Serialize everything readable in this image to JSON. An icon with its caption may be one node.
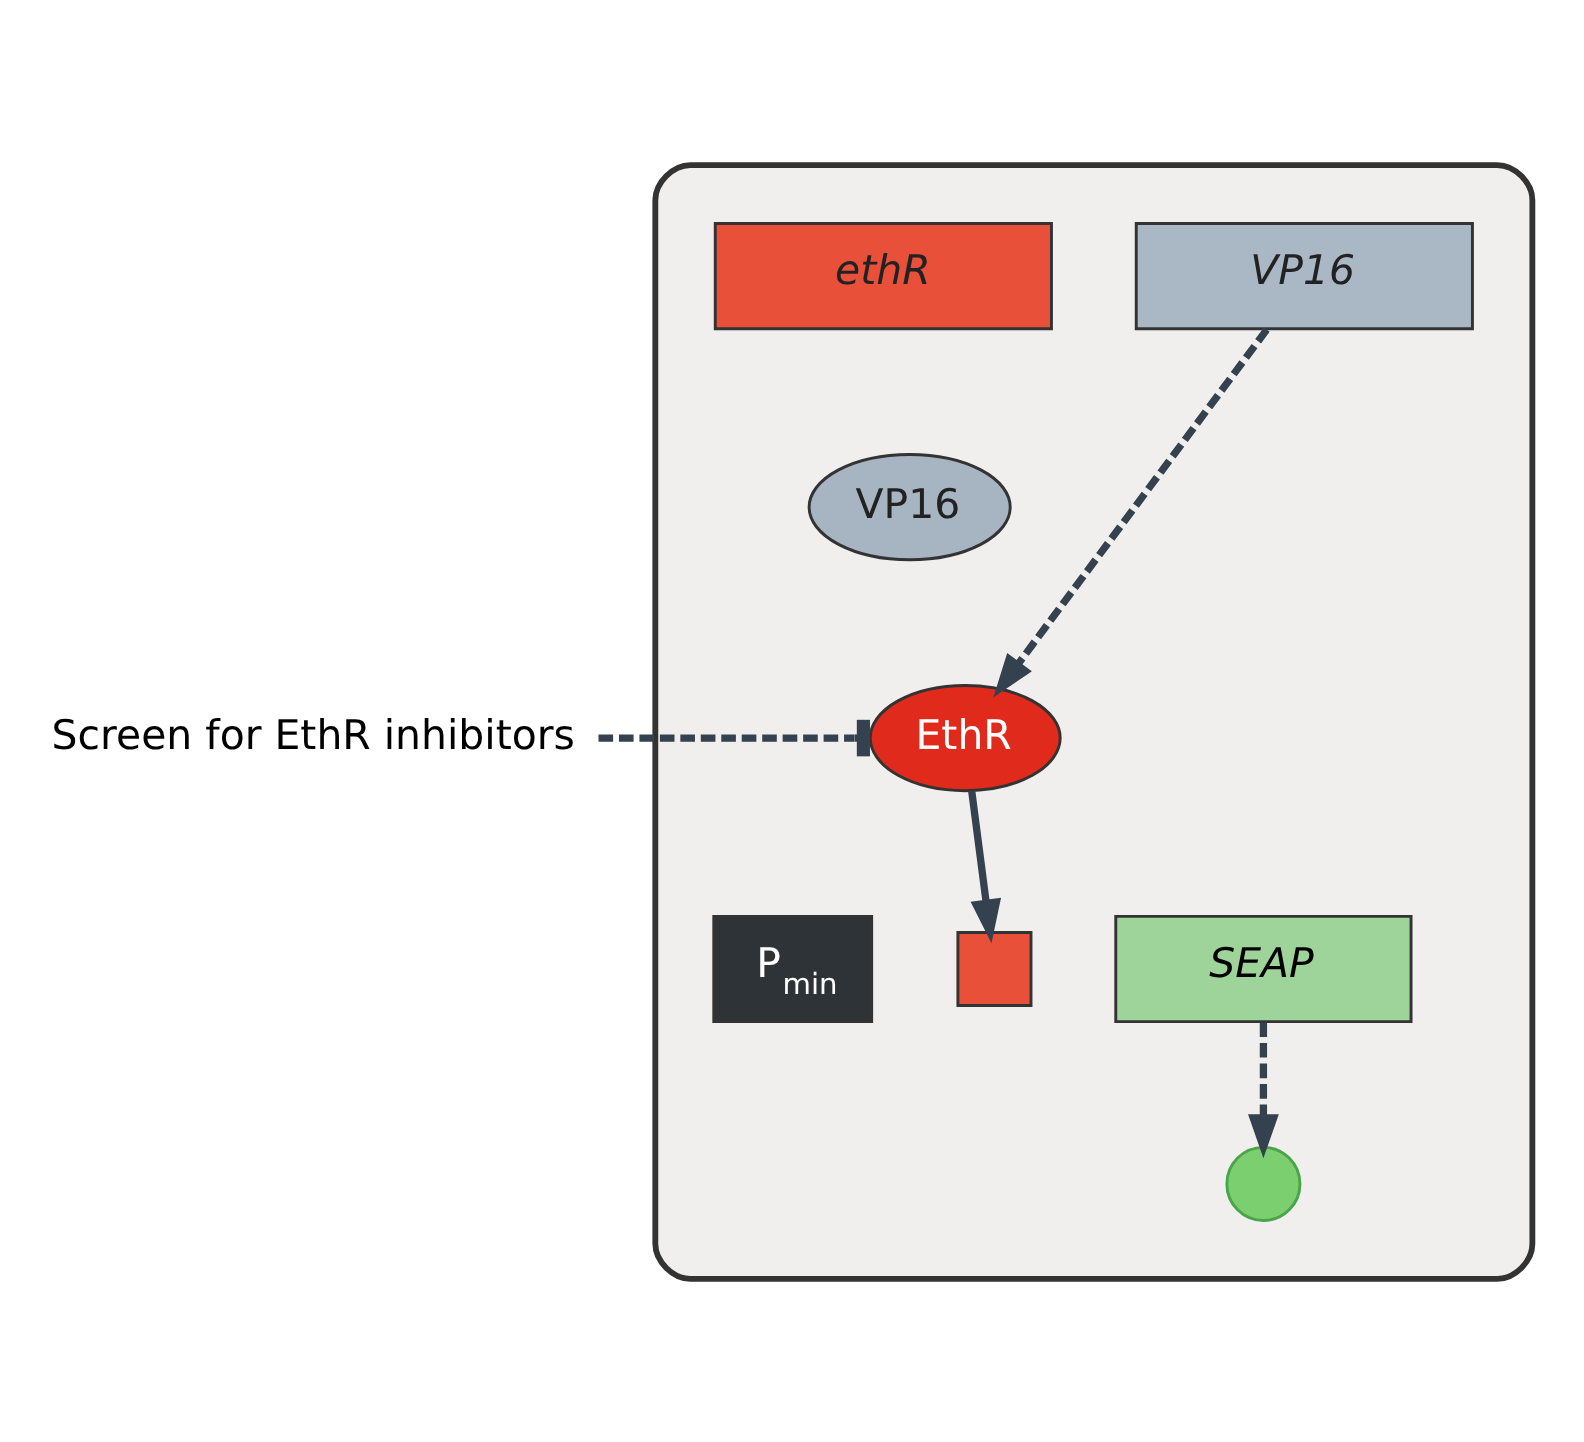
{
  "diagram": {
    "nodes": [
      {
        "text": [],
        "shape": "box"
      },
      {
        "text": [
          "ethR"
        ],
        "in": 0
      },
      {
        "text": [
          "VP16"
        ],
        "in": 0
      },
      {
        "text": [
          "VP16"
        ],
        "in": 0
      },
      {
        "text": [
          "EthR"
        ],
        "in": 0
      },
      {
        "text": [
          "P$_{min}$"
        ],
        "in": 0
      },
      {
        "text": [],
        "shape": "box",
        "in": 0
      },
      {
        "text": [
          "SEAP"
        ],
        "in": 0
      },
      {
        "text": [],
        "shape": "circle",
        "in": 0
      },
      {
        "text": [
          "Screen for EthR inhibitors"
        ]
      }
    ],
    "edges": [
      {
        "from": 2,
        "to": 4,
        "arrow": "to",
        "style": "dashed"
      },
      {
        "from": 9,
        "to": 4,
        "arrow": "other",
        "style": "dashed"
      },
      {
        "from": 4,
        "to": 6,
        "arrow": "to"
      },
      {
        "from": 7,
        "to": 8,
        "arrow": "to",
        "style": "dashed"
      }
    ]
  }
}
